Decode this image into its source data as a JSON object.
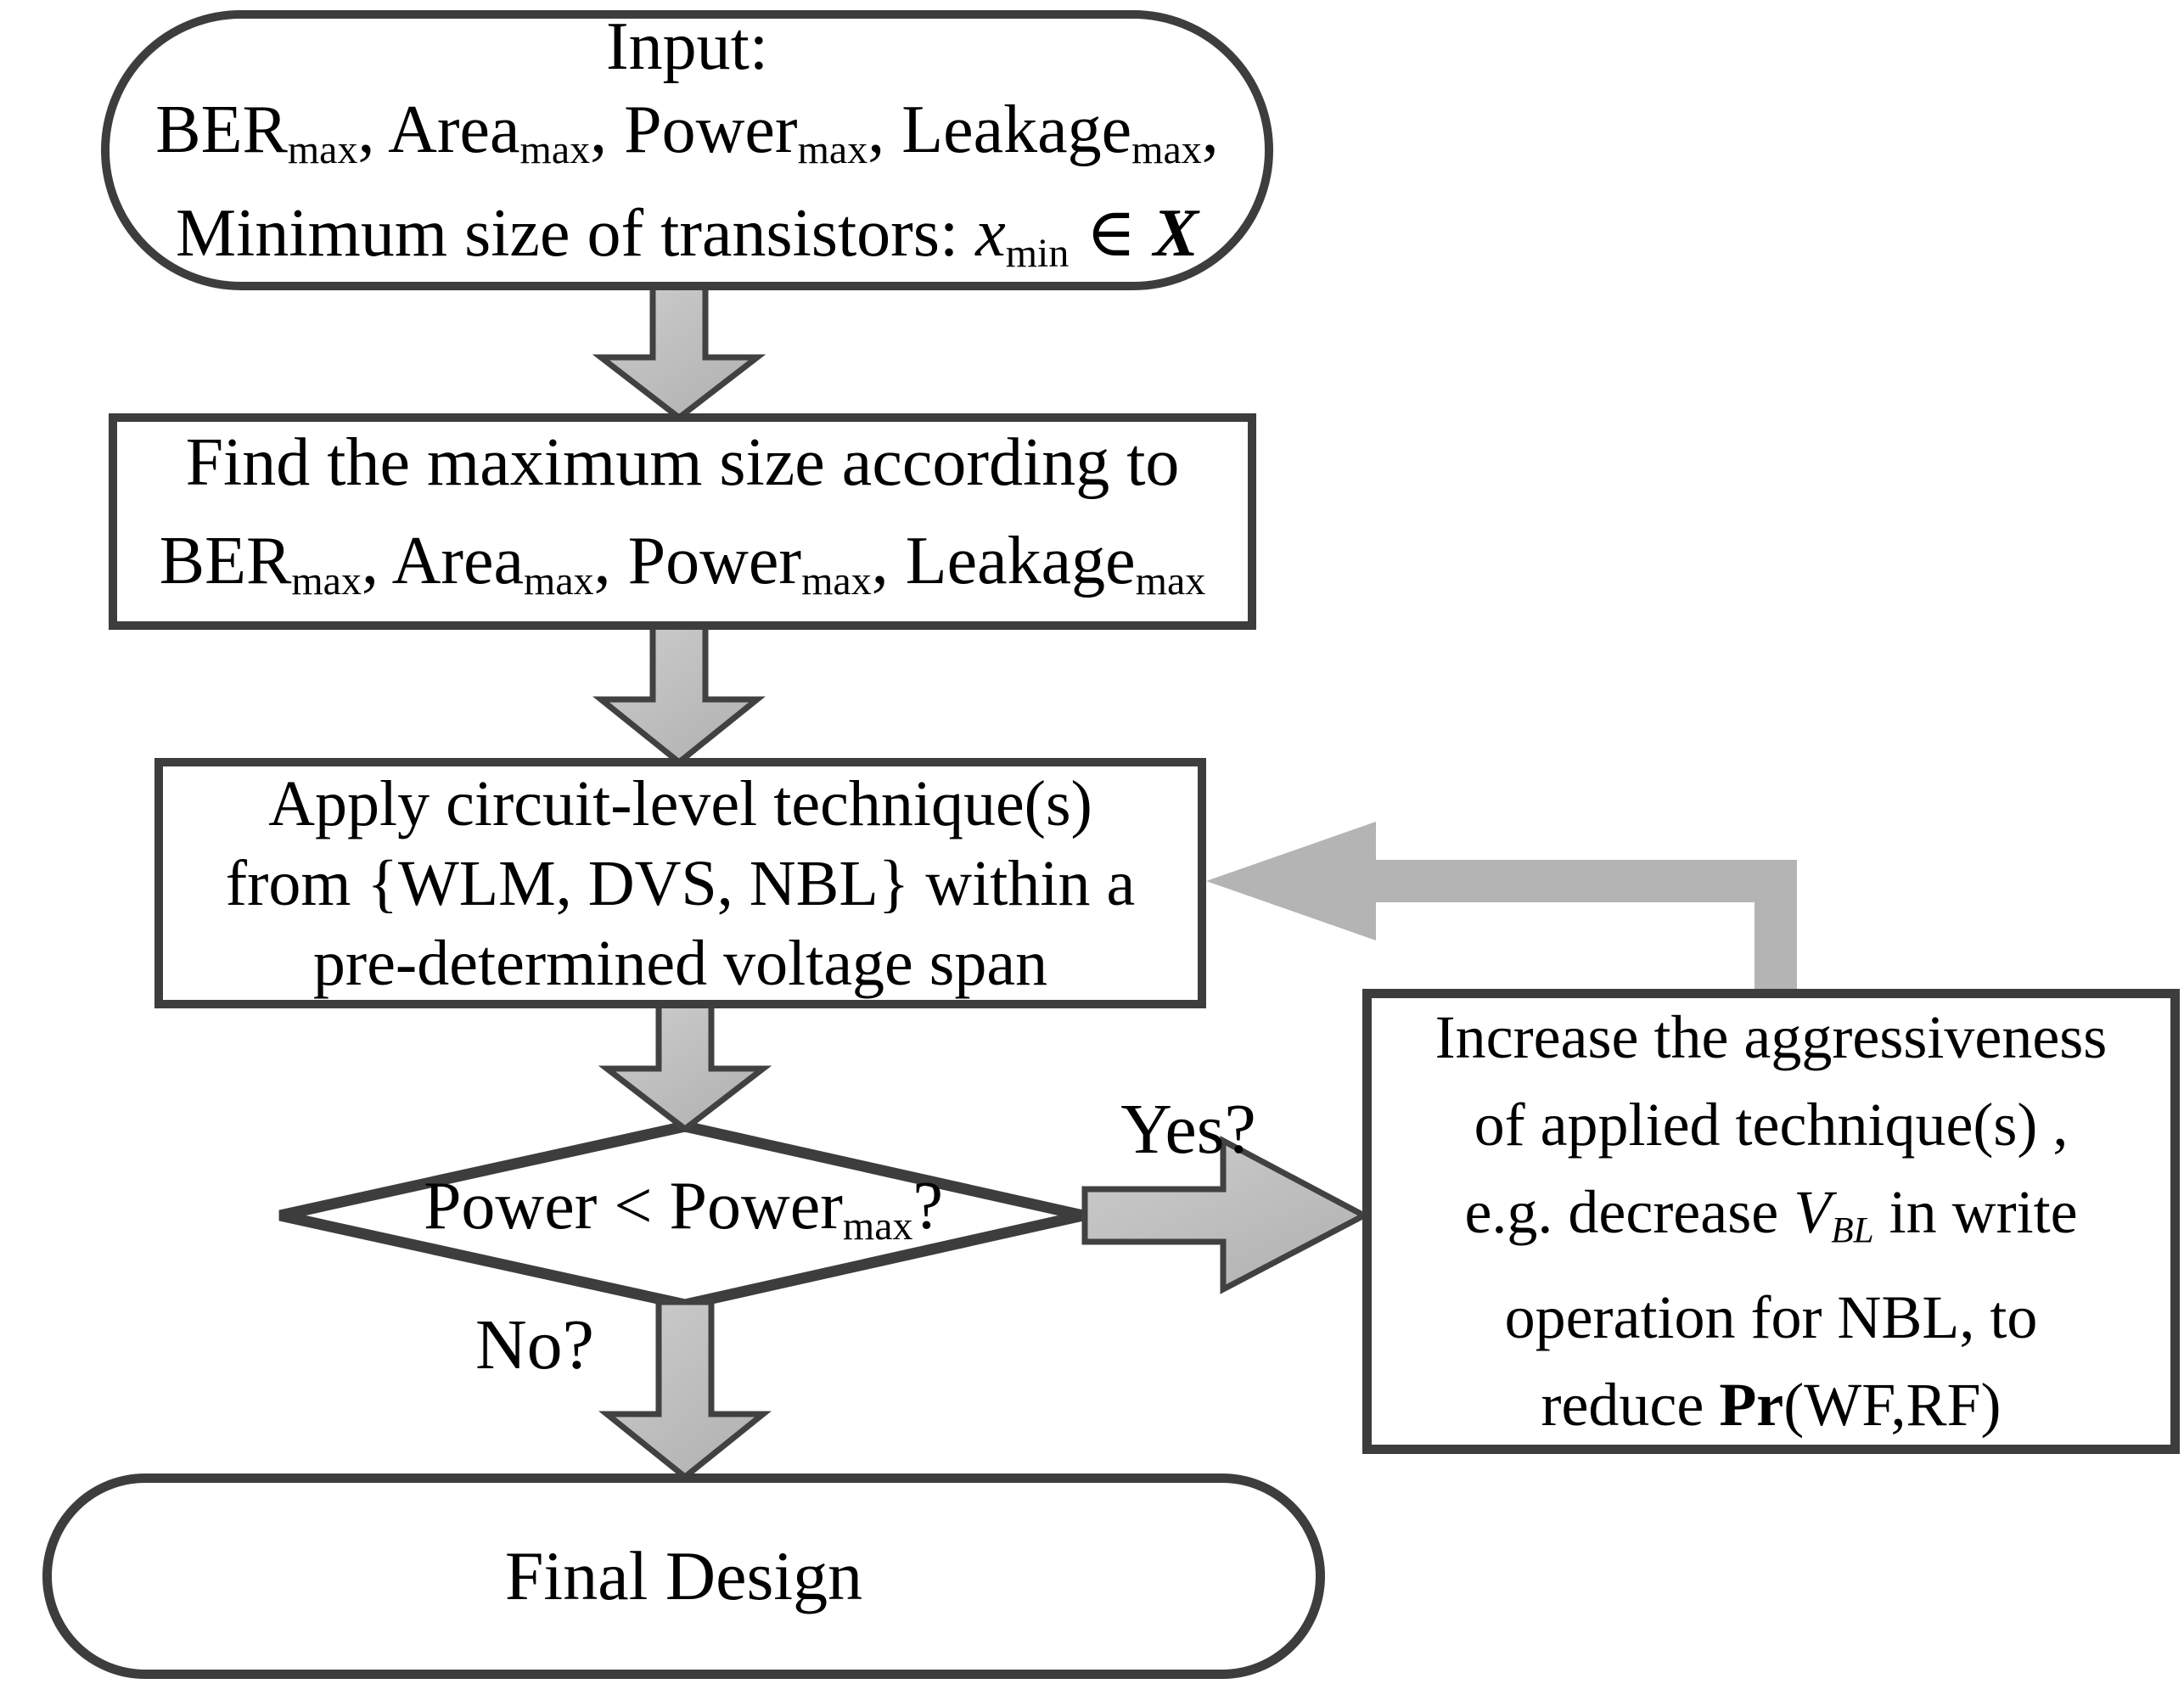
{
  "colors": {
    "border": "#3d3d3d",
    "arrow_outline": "#414141",
    "arrow_fill_light": "#cdcdcd",
    "arrow_fill_dark": "#b2b2b2",
    "feedback_arrow": "#b4b4b4",
    "text": "#000000"
  },
  "nodes": {
    "input": {
      "shape": "stadium",
      "lines": [
        [
          {
            "t": "Input:"
          }
        ],
        [
          {
            "t": "BER"
          },
          {
            "t": "max",
            "s": "sub"
          },
          {
            "t": ", Area"
          },
          {
            "t": "max",
            "s": "sub"
          },
          {
            "t": ", Power"
          },
          {
            "t": "max",
            "s": "sub"
          },
          {
            "t": ", Leakage"
          },
          {
            "t": "max",
            "s": "sub"
          },
          {
            "t": ","
          }
        ],
        [
          {
            "t": "Minimum size of transistors: "
          },
          {
            "t": "x",
            "s": "i"
          },
          {
            "t": "min",
            "s": "sub"
          },
          {
            "t": " ∈ "
          },
          {
            "t": "X",
            "s": "bi"
          }
        ]
      ]
    },
    "find_max": {
      "shape": "rect",
      "lines": [
        [
          {
            "t": "Find the maximum size according to"
          }
        ],
        [
          {
            "t": "BER"
          },
          {
            "t": "max",
            "s": "sub"
          },
          {
            "t": ", Area"
          },
          {
            "t": "max",
            "s": "sub"
          },
          {
            "t": ", Power"
          },
          {
            "t": "max",
            "s": "sub"
          },
          {
            "t": ", Leakage"
          },
          {
            "t": "max",
            "s": "sub"
          }
        ]
      ]
    },
    "apply": {
      "shape": "rect",
      "lines": [
        [
          {
            "t": "Apply circuit-level technique(s)"
          }
        ],
        [
          {
            "t": "from {WLM, DVS, NBL} within a"
          }
        ],
        [
          {
            "t": "pre-determined voltage span"
          }
        ]
      ]
    },
    "decision": {
      "shape": "diamond",
      "lines": [
        [
          {
            "t": "Power < Power"
          },
          {
            "t": "max",
            "s": "sub"
          },
          {
            "t": "?"
          }
        ]
      ]
    },
    "increase": {
      "shape": "rect",
      "lines": [
        [
          {
            "t": "Increase the aggressiveness"
          }
        ],
        [
          {
            "t": "of applied technique(s) ,"
          }
        ],
        [
          {
            "t": "e.g. decrease "
          },
          {
            "t": "V",
            "s": "i"
          },
          {
            "t": "BL",
            "s": "isub"
          },
          {
            "t": " in write"
          }
        ],
        [
          {
            "t": "operation for NBL, to"
          }
        ],
        [
          {
            "t": "reduce "
          },
          {
            "t": "Pr",
            "s": "b"
          },
          {
            "t": "(WF,RF)"
          }
        ]
      ]
    },
    "final": {
      "shape": "stadium",
      "lines": [
        [
          {
            "t": "Final Design"
          }
        ]
      ]
    }
  },
  "labels": {
    "yes": "Yes?",
    "no": "No?"
  },
  "edges": [
    {
      "from": "input",
      "to": "find_max",
      "label": ""
    },
    {
      "from": "find_max",
      "to": "apply",
      "label": ""
    },
    {
      "from": "apply",
      "to": "decision",
      "label": ""
    },
    {
      "from": "decision",
      "to": "increase",
      "label": "Yes?"
    },
    {
      "from": "decision",
      "to": "final",
      "label": "No?"
    },
    {
      "from": "increase",
      "to": "apply",
      "label": ""
    }
  ]
}
